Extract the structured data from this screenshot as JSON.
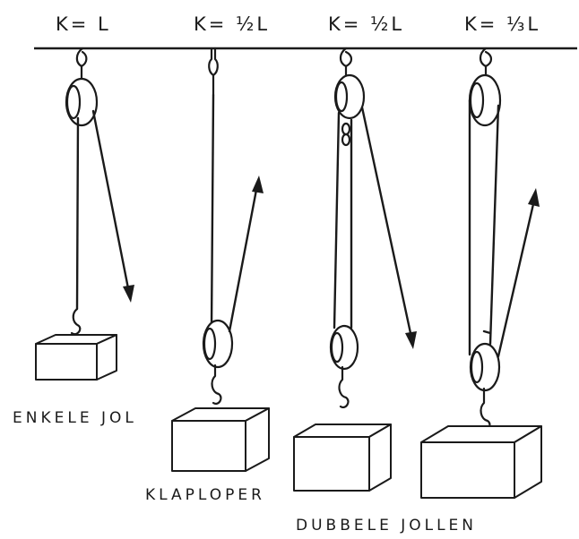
{
  "headers": {
    "enkele": "K= L",
    "klaploper": "K= ½L",
    "dubbele_a": "K= ½L",
    "dubbele_b": "K= ⅓L"
  },
  "captions": {
    "enkele": "ENKELE JOL",
    "klaploper": "KLAPLOPER",
    "dubbele": "DUBBELE JOLLEN"
  },
  "colors": {
    "ink": "#1a1a1a",
    "background": "#ffffff"
  }
}
